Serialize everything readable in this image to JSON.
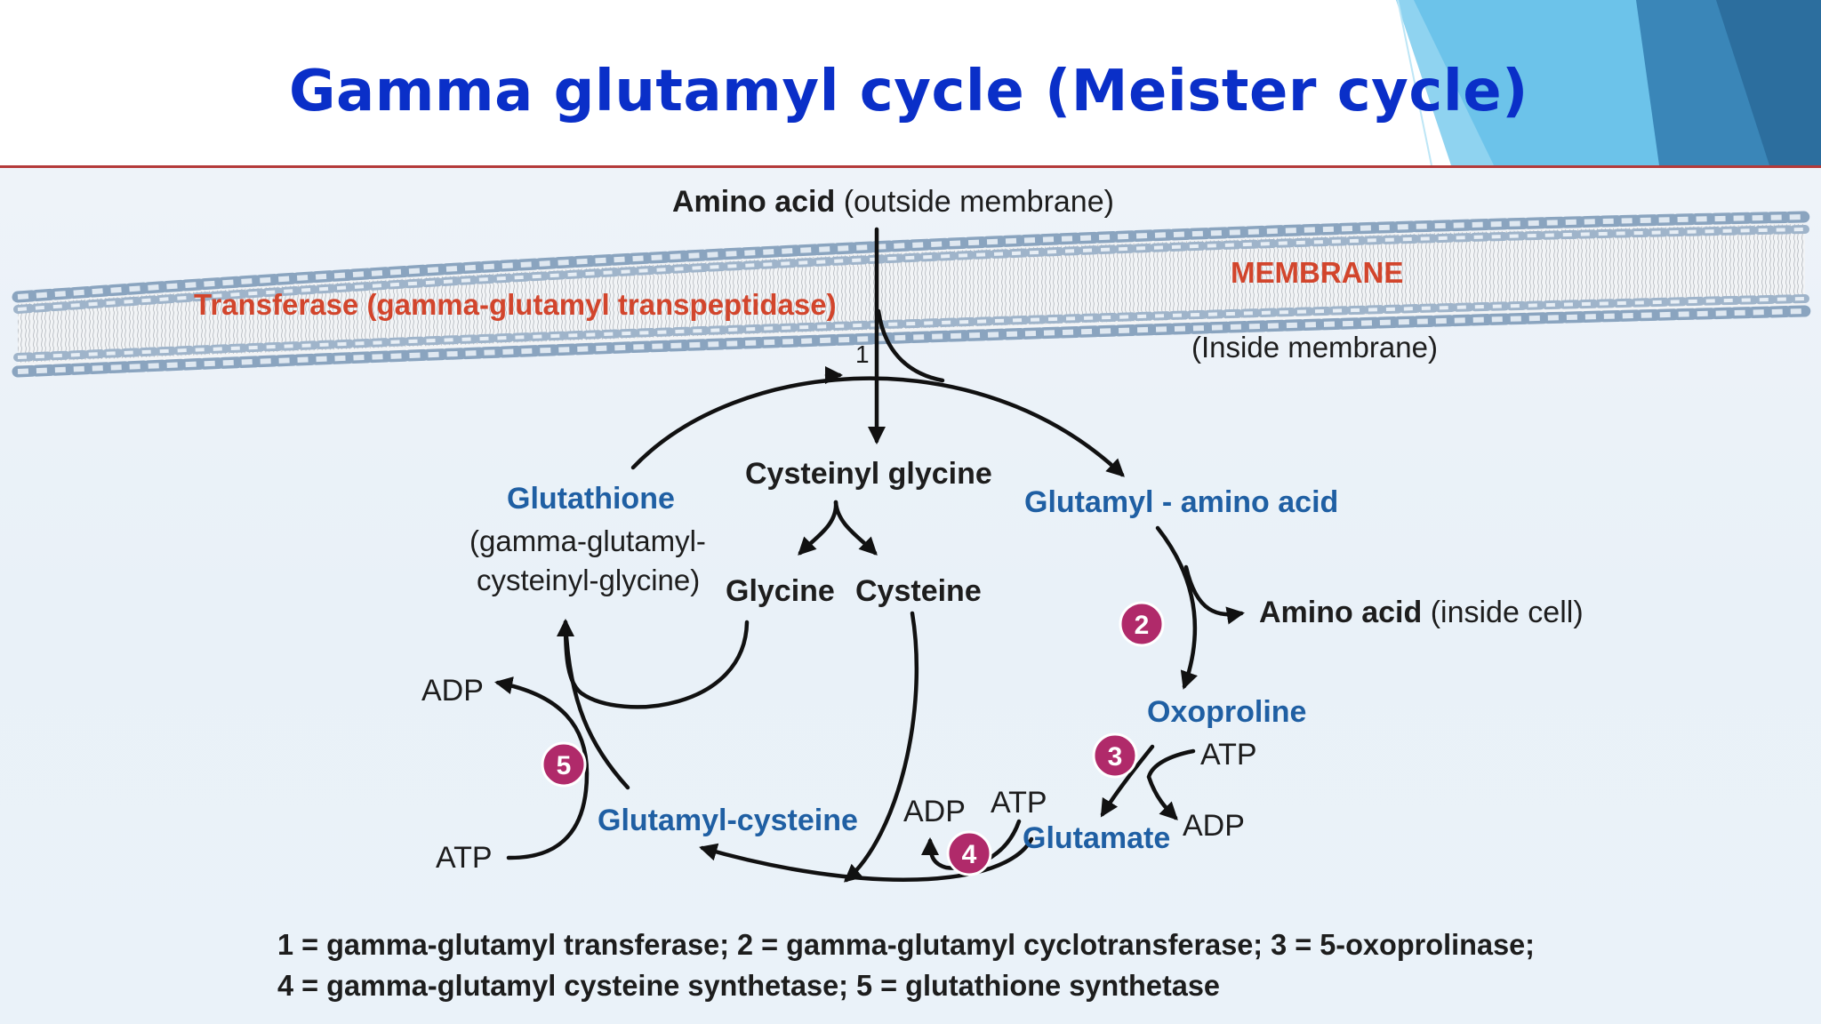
{
  "title": "Gamma glutamyl cycle (Meister cycle)",
  "labels": {
    "amino_acid_outside_bold": "Amino acid",
    "amino_acid_outside_rest": " (outside membrane)",
    "transferase": "Transferase (gamma-glutamyl transpeptidase)",
    "membrane": "MEMBRANE",
    "inside_membrane": "(Inside membrane)",
    "step1": "1",
    "cysteinyl_glycine": "Cysteinyl glycine",
    "glutathione": "Glutathione",
    "glutathione_sub1": "(gamma-glutamyl-",
    "glutathione_sub2": "cysteinyl-glycine)",
    "glycine": "Glycine",
    "cysteine": "Cysteine",
    "glutamyl_amino_acid": "Glutamyl - amino acid",
    "amino_acid_inside_bold": "Amino acid",
    "amino_acid_inside_rest": " (inside cell)",
    "oxoproline": "Oxoproline",
    "atp_3": "ATP",
    "adp_3": "ADP",
    "glutamate": "Glutamate",
    "adp_4": "ADP",
    "atp_4": "ATP",
    "glutamyl_cysteine": "Glutamyl-cysteine",
    "adp_5": "ADP",
    "atp_5": "ATP"
  },
  "badges": [
    "2",
    "3",
    "4",
    "5"
  ],
  "legend": {
    "line1": "1 = gamma-glutamyl transferase; 2 = gamma-glutamyl cyclotransferase; 3 = 5-oxoprolinase;",
    "line2": "4 = gamma-glutamyl cysteine synthetase; 5 = glutathione synthetase"
  },
  "colors": {
    "title": "#0a2fc8",
    "compound": "#1f5fa3",
    "membrane_label": "#d2452c",
    "badge": "#b02a6a"
  }
}
